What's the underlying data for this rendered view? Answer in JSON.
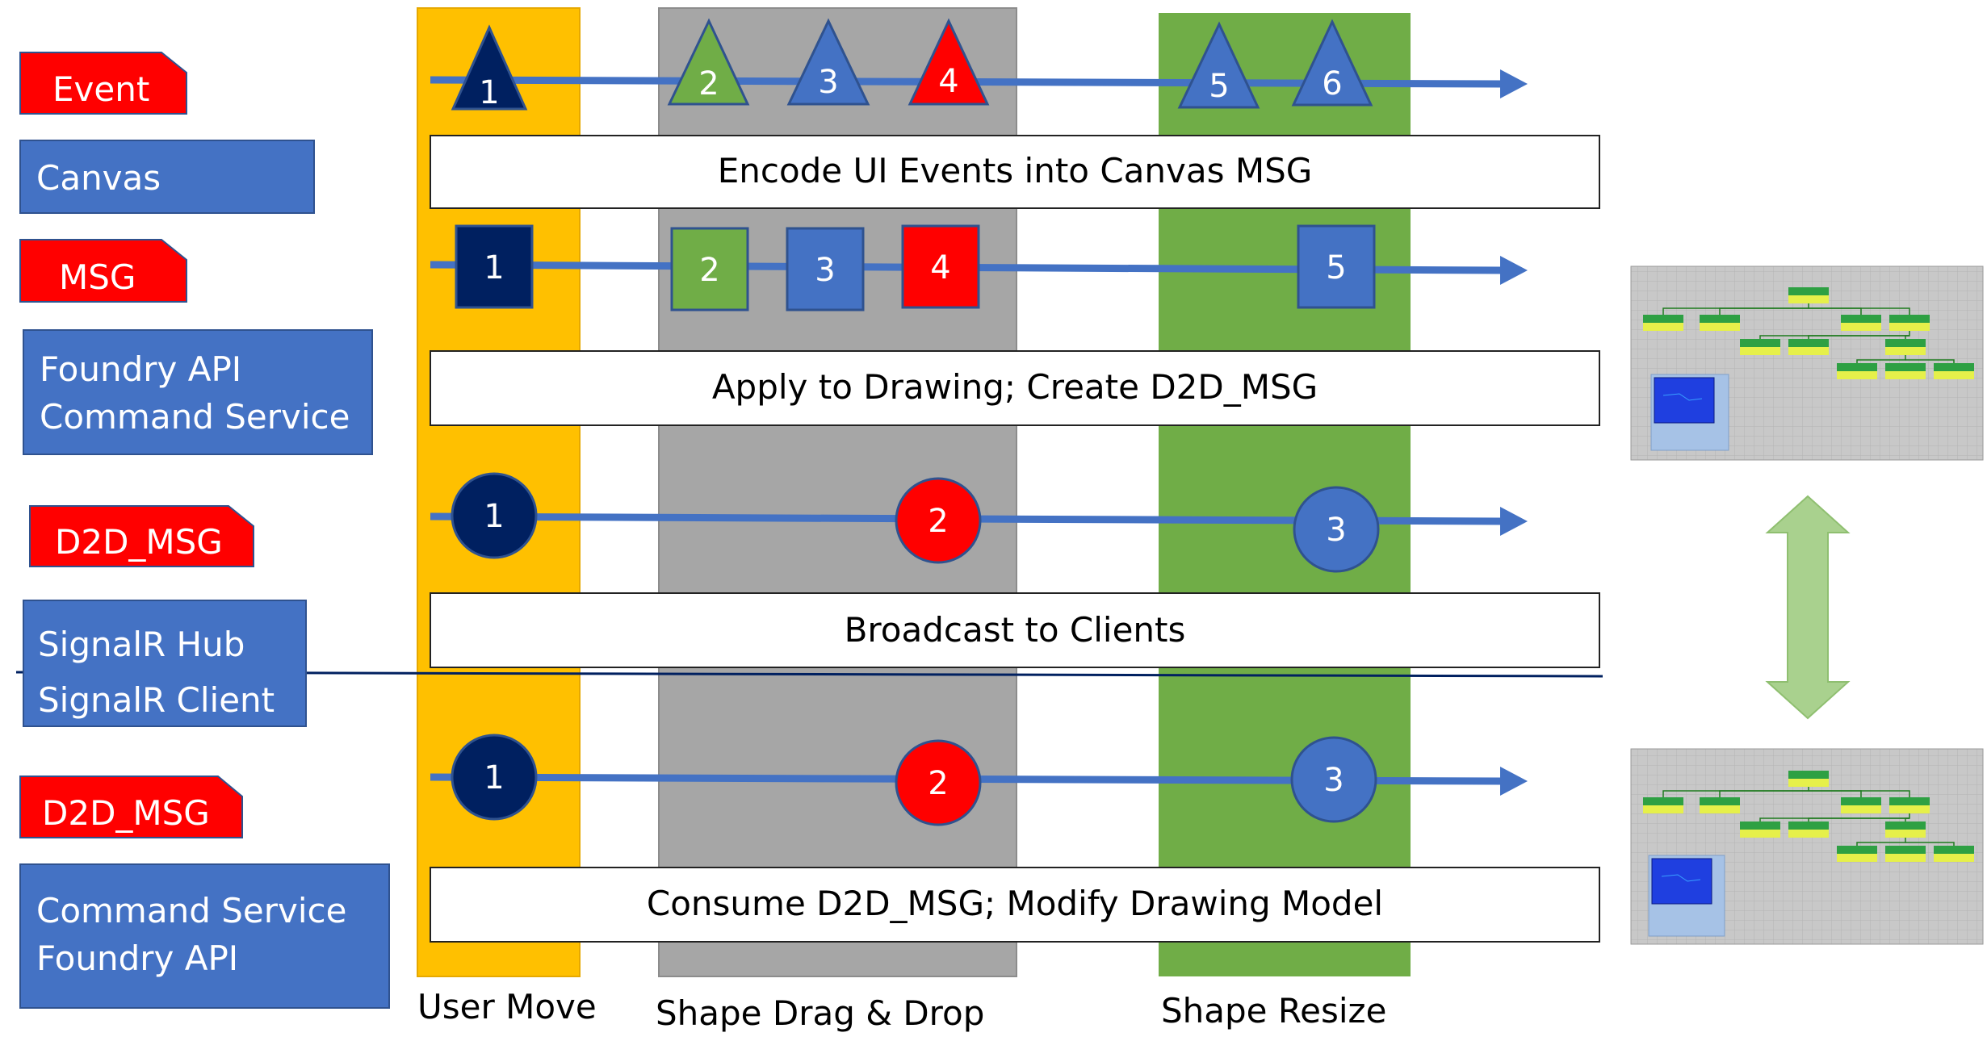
{
  "legend": {
    "event_tag": "Event",
    "canvas_box": "Canvas",
    "msg_tag": "MSG",
    "foundry_box": [
      "Foundry API",
      "Command Service"
    ],
    "d2d_tag_1": "D2D_MSG",
    "signalr_box": [
      "SignalR Hub",
      "SignalR Client"
    ],
    "d2d_tag_2": "D2D_MSG",
    "command_box": [
      "Command Service",
      "Foundry API"
    ]
  },
  "columns": {
    "user_move": "User Move",
    "shape_drag_drop": "Shape Drag & Drop",
    "shape_resize": "Shape Resize"
  },
  "process_boxes": {
    "encode": "Encode UI Events into Canvas MSG",
    "apply": "Apply to Drawing;  Create D2D_MSG",
    "broadcast": "Broadcast to Clients",
    "consume": "Consume D2D_MSG;  Modify Drawing Model"
  },
  "tracks": {
    "events": [
      {
        "label": "1",
        "color": "#002060"
      },
      {
        "label": "2",
        "color": "#70AD47"
      },
      {
        "label": "3",
        "color": "#4472C4"
      },
      {
        "label": "4",
        "color": "#FF0000"
      },
      {
        "label": "5",
        "color": "#4472C4"
      },
      {
        "label": "6",
        "color": "#4472C4"
      }
    ],
    "messages": [
      {
        "label": "1",
        "color": "#002060"
      },
      {
        "label": "2",
        "color": "#70AD47"
      },
      {
        "label": "3",
        "color": "#4472C4"
      },
      {
        "label": "4",
        "color": "#FF0000"
      },
      {
        "label": "5",
        "color": "#4472C4"
      }
    ],
    "d2d_hub": [
      {
        "label": "1",
        "color": "#002060"
      },
      {
        "label": "2",
        "color": "#FF0000"
      },
      {
        "label": "3",
        "color": "#4472C4"
      }
    ],
    "d2d_client": [
      {
        "label": "1",
        "color": "#002060"
      },
      {
        "label": "2",
        "color": "#FF0000"
      },
      {
        "label": "3",
        "color": "#4472C4"
      }
    ]
  },
  "colors": {
    "blue_box": "#4472C4",
    "red_tag": "#FF0000",
    "user_move_band": "#FFC000",
    "drag_band": "#A6A6A6",
    "resize_band": "#70AD47",
    "arrow": "#4472C4",
    "sync_arrow": "#A9D18E"
  }
}
